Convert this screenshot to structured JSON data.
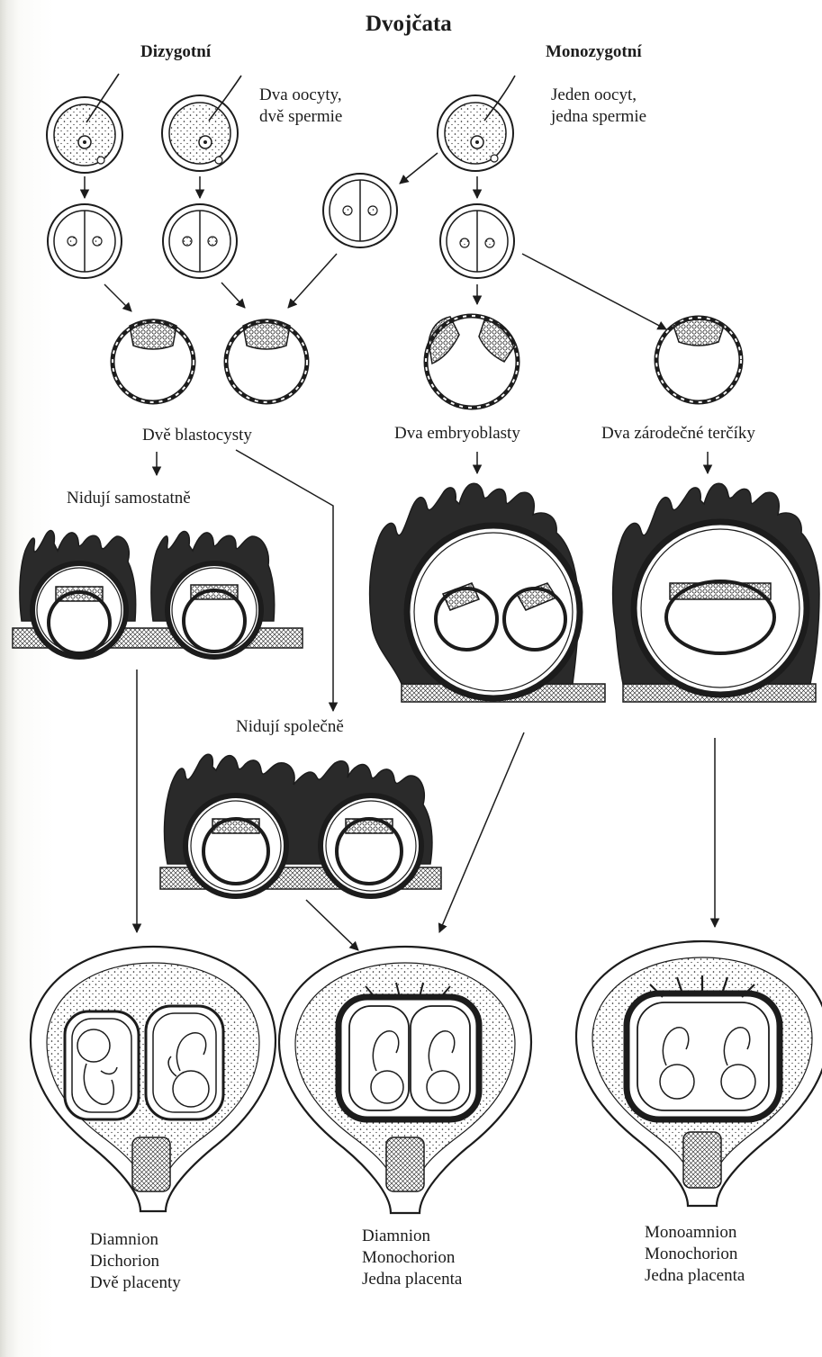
{
  "title": "Dvojčata",
  "headings": {
    "left": "Dizygotní",
    "right": "Monozygotní"
  },
  "labels": {
    "dizygotic_note": [
      "Dva oocyty,",
      "dvě spermie"
    ],
    "monozygotic_note": [
      "Jeden oocyt,",
      "jedna spermie"
    ],
    "two_blastocysts": "Dvě blastocysty",
    "two_embryoblasts": "Dva embryoblasty",
    "two_germ_discs": "Dva zárodečné terčíky",
    "implant_separately": "Nidují samostatně",
    "implant_together": "Nidují společně"
  },
  "outcomes": [
    [
      "Diamnion",
      "Dichorion",
      "Dvě placenty"
    ],
    [
      "Diamnion",
      "Monochorion",
      "Jedna placenta"
    ],
    [
      "Monoamnion",
      "Monochorion",
      "Jedna placenta"
    ]
  ],
  "colors": {
    "ink": "#1c1c1c",
    "paper": "#ffffff"
  }
}
